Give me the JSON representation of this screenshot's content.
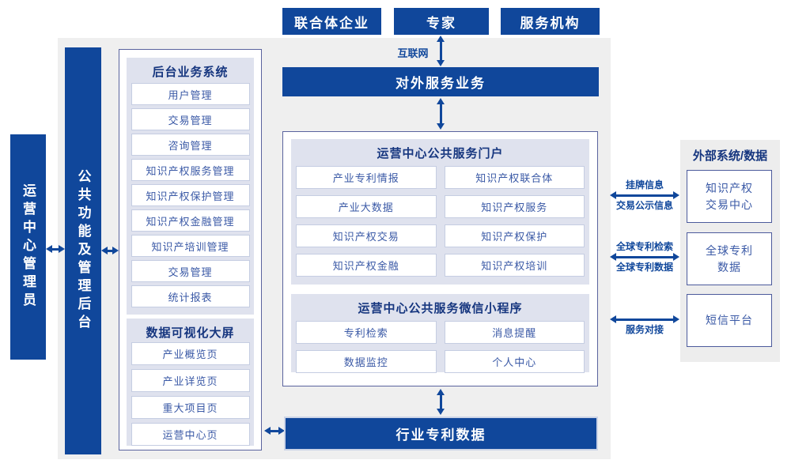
{
  "diagram": {
    "top_actors": [
      "联合体企业",
      "专家",
      "服务机构"
    ],
    "internet_label": "互联网",
    "external_service_bar": "对外服务业务",
    "admin_bar": "运营中心管理员",
    "backend_bar": "公共功能及管理后台",
    "backend_system": {
      "title": "后台业务系统",
      "items": [
        "用户管理",
        "交易管理",
        "咨询管理",
        "知识产权服务管理",
        "知识产权保护管理",
        "知识产权金融管理",
        "知识产培训管理",
        "交易管理",
        "统计报表"
      ]
    },
    "dashboard": {
      "title": "数据可视化大屏",
      "items": [
        "产业概览页",
        "产业详览页",
        "重大项目页",
        "运营中心页"
      ]
    },
    "portal": {
      "title": "运营中心公共服务门户",
      "items": [
        "产业专利情报",
        "知识产权联合体",
        "产业大数据",
        "知识产权服务",
        "知识产权交易",
        "知识产权保护",
        "知识产权金融",
        "知识产权培训"
      ]
    },
    "miniprogram": {
      "title": "运营中心公共服务微信小程序",
      "items": [
        "专利检索",
        "消息提醒",
        "数据监控",
        "个人中心"
      ]
    },
    "industry_data_bar": "行业专利数据",
    "external_panel": {
      "title": "外部系统/数据",
      "systems": [
        "知识产权交易中心",
        "全球专利数据",
        "短信平台"
      ]
    },
    "links": [
      {
        "top": "挂牌信息",
        "bottom": "交易公示信息"
      },
      {
        "top": "全球专利检索",
        "bottom": "全球专利数据"
      },
      {
        "top": "",
        "bottom": "服务对接"
      }
    ]
  },
  "colors": {
    "primary_blue": "#10479b",
    "panel_gray": "#efefef",
    "section_lavender": "#dfe2ee",
    "item_text_blue": "#3a59a6",
    "title_navy": "#16367f",
    "box_border": "#5a639e"
  }
}
